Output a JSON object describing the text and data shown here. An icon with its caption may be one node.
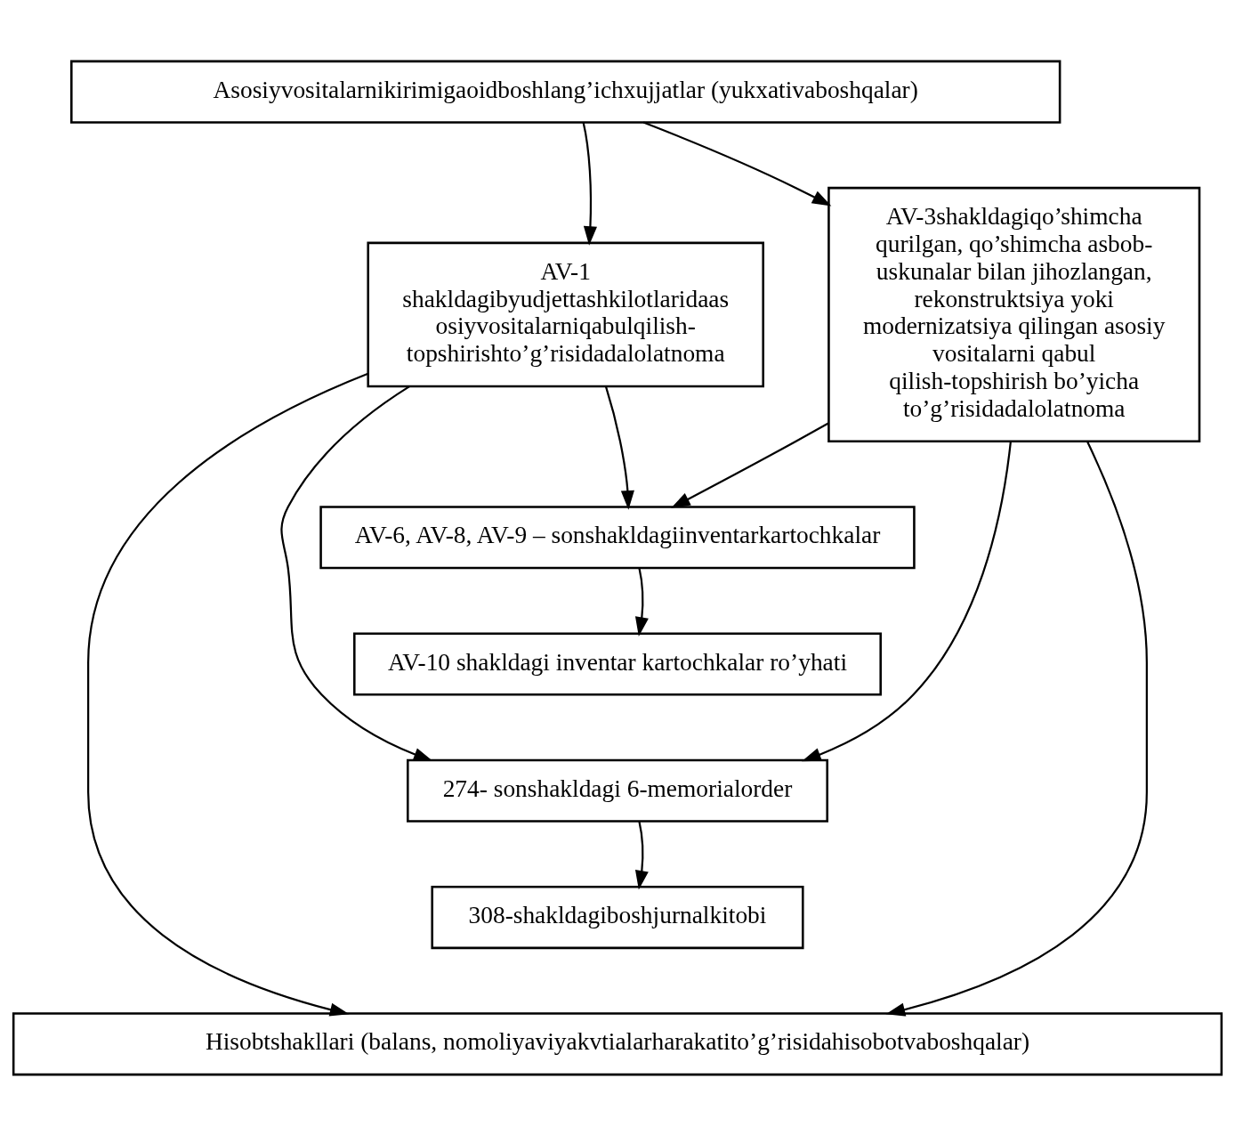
{
  "diagram": {
    "nodes": [
      {
        "text": [
          "Asosiyvositalarnikirimigaoidboshlang’ichxujjatlar (yukxativaboshqalar)"
        ]
      },
      {
        "text": [
          "AV-1 shakldagibyudjettashkilotlaridaas osiyvositalarniqabulqilish- topshirishto’g’risidadalolatnoma"
        ]
      },
      {
        "text": [
          "AV-3shakldagiqo’shimcha qurilgan, qo’shimcha asbob- uskunalar bilan jihozlangan, rekonstruktsiya yoki modernizatsiya qilingan asosiy vositalarni qabul qilish-topshirish bo’yicha to’g’risidadalolatnoma"
        ]
      },
      {
        "text": [
          "AV-6, AV-8, AV-9 – sonshakldagiinventarkartochkalar"
        ]
      },
      {
        "text": [
          "AV-10 shakldagi inventar kartochkalar ro’yhati"
        ]
      },
      {
        "text": [
          "274- sonshakldagi 6-memorialorder"
        ]
      },
      {
        "text": [
          "308-shakldagiboshjurnalkitobi"
        ]
      },
      {
        "text": [
          "Hisobtshakllari (balans, nomoliyaviyakvtialarharakatito’g’risidahisobotvaboshqalar)"
        ]
      }
    ],
    "edges": [
      {
        "from": 0,
        "to": 1,
        "arrow": "to"
      },
      {
        "from": 0,
        "to": 2,
        "arrow": "to"
      },
      {
        "from": 1,
        "to": 7,
        "arrow": "to"
      },
      {
        "from": 1,
        "to": 5,
        "arrow": "to"
      },
      {
        "from": 1,
        "to": 3,
        "arrow": "to"
      },
      {
        "from": 2,
        "to": 3,
        "arrow": "to"
      },
      {
        "from": 2,
        "to": 5,
        "arrow": "to"
      },
      {
        "from": 2,
        "to": 7,
        "arrow": "to"
      },
      {
        "from": 3,
        "to": 4,
        "arrow": "to"
      },
      {
        "from": 5,
        "to": 6,
        "arrow": "to"
      }
    ]
  }
}
